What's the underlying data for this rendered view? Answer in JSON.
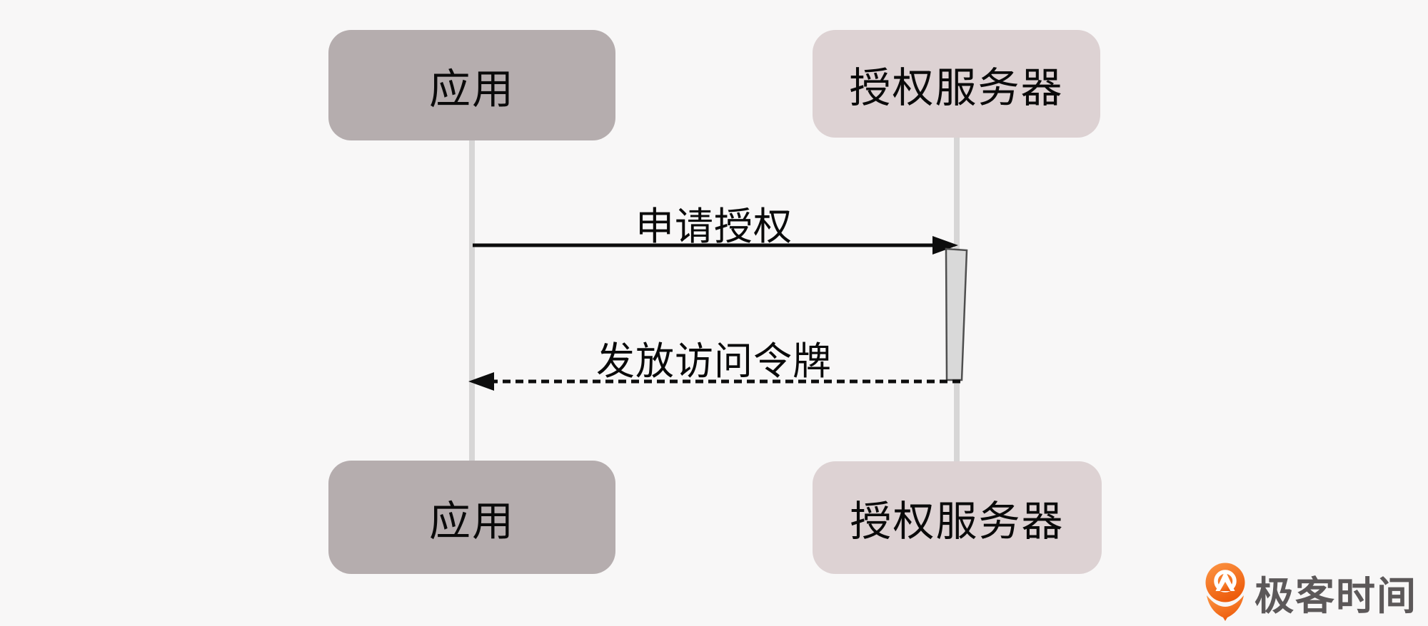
{
  "diagram": {
    "type": "sequence",
    "participants": [
      {
        "id": "app",
        "label": "应用",
        "fill": "#b5adae"
      },
      {
        "id": "auth_server",
        "label": "授权服务器",
        "fill": "#ddd2d3"
      }
    ],
    "messages": [
      {
        "from": "app",
        "to": "auth_server",
        "label": "申请授权",
        "line": "solid"
      },
      {
        "from": "auth_server",
        "to": "app",
        "label": "发放访问令牌",
        "line": "dashed"
      }
    ]
  },
  "colors": {
    "background": "#f8f7f7",
    "text": "#0a0a0a",
    "lifeline": "#d7d6d6",
    "arrow": "#0d0d0d",
    "activation_fill": "#d9d9d9",
    "activation_border": "#4f4f4f"
  },
  "branding": {
    "name": "极客时间",
    "icon": "geektime-pin-icon",
    "text_color": "#5c5859",
    "orange_light": "#fb9140",
    "orange_dark": "#ec5606"
  }
}
